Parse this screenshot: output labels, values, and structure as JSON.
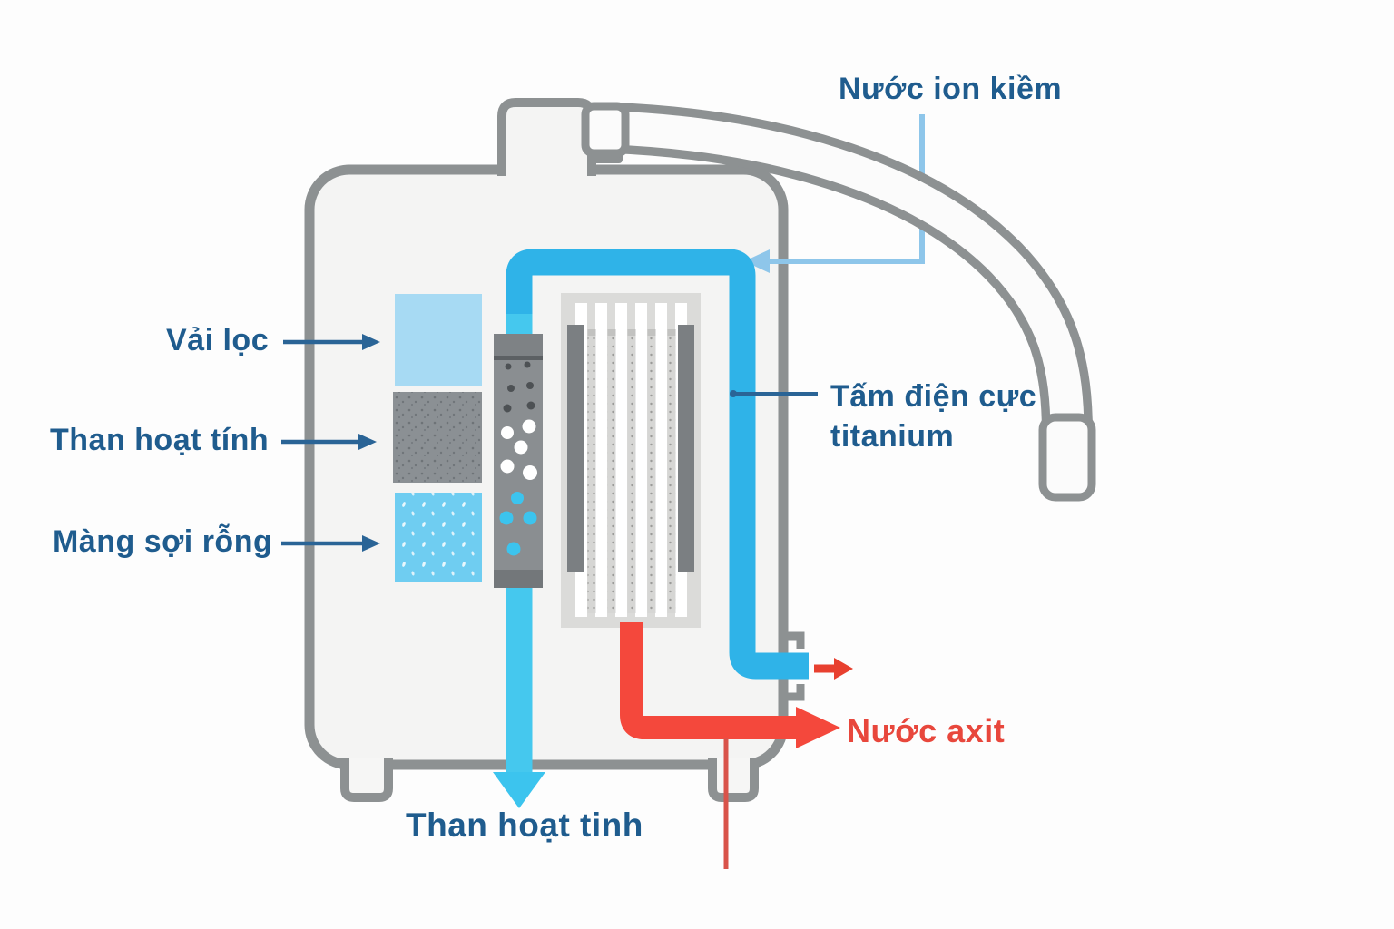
{
  "diagram": {
    "title": "Water ionizer cross-section diagram",
    "labels": {
      "vai_loc": "Vải lọc",
      "than_hoat_tinh_left": "Than hoạt tính",
      "mang_soi_rong": "Màng sợi rỗng",
      "nuoc_ion_kiem": "Nước ion kiềm",
      "tam_dien_cuc_line1": "Tấm điện cực",
      "tam_dien_cuc_line2": "titanium",
      "nuoc_axit": "Nước axit",
      "than_hoat_tinh_bottom": "Than hoạt tinh"
    },
    "colors": {
      "label_blue": "#1f5c8e",
      "label_red": "#e8473c",
      "pipe_alkaline_blue": "#2fb3e8",
      "pipe_carbon_cyan": "#45c8ee",
      "pipe_acid_red": "#f4483c",
      "leader_light_blue": "#8ec6ea",
      "machine_outline": "#8d9192",
      "machine_fill": "#f4f4f3",
      "filter_cloth_square": "#a7daf3",
      "activated_carbon_square": "#8b9094",
      "hollow_fiber_square": "#6fcdf1",
      "electrode_cell_bg": "#dbdbd9",
      "electrode_plate_dark": "#7b7f82"
    }
  }
}
